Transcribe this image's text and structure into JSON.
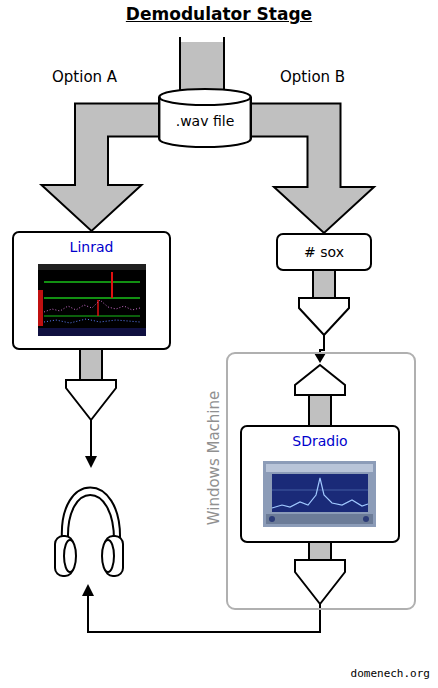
{
  "diagram": {
    "title": "Demodulator Stage",
    "nodes": [
      {
        "text": [
          ".wav file"
        ]
      },
      {
        "text": [
          "Linrad"
        ]
      },
      {
        "text": [
          "# sox"
        ]
      },
      {
        "text": [
          "Windows Machine"
        ]
      },
      {
        "text": [
          "SDradio"
        ],
        "in": 3
      }
    ],
    "edges": [
      {
        "from": 0,
        "to": 1,
        "arrow": "to"
      },
      {
        "from": 0,
        "to": 2,
        "arrow": "to"
      },
      {
        "from": 2,
        "to": 4,
        "arrow": "to"
      }
    ],
    "labels": [
      "Option A",
      "Option B",
      "domenech.org"
    ]
  }
}
